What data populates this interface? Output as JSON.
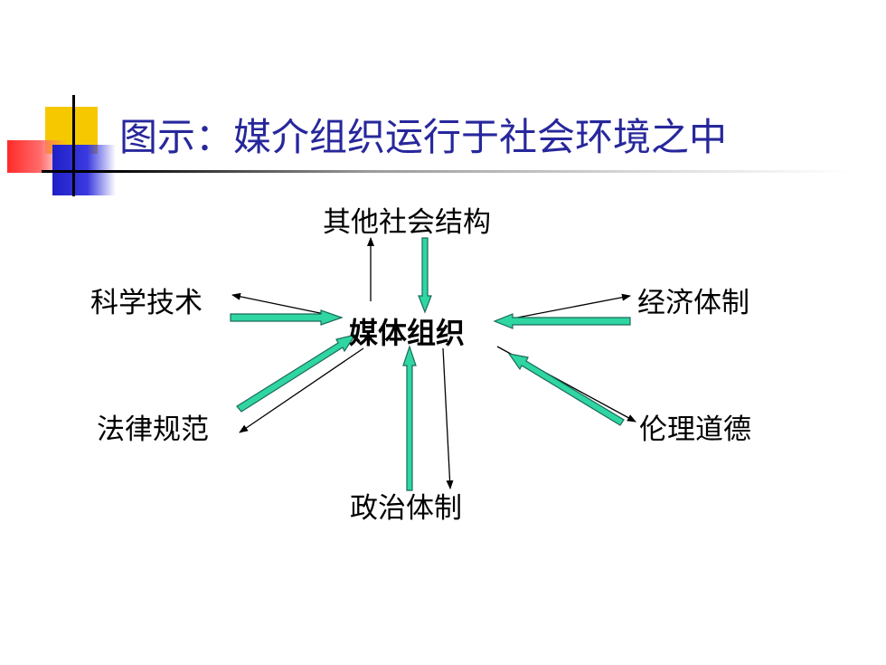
{
  "slide": {
    "title": "图示：媒介组织运行于社会环境之中"
  },
  "diagram": {
    "center": "媒体组织",
    "nodes": {
      "top": "其他社会结构",
      "left_upper": "科学技术",
      "right_upper": "经济体制",
      "left_lower": "法律规范",
      "right_lower": "伦理道德",
      "bottom": "政治体制"
    }
  },
  "colors": {
    "title": "#27279c",
    "arrow_fill": "#2fd6a2",
    "arrow_outline": "#1a6b5a",
    "text": "#000000"
  }
}
